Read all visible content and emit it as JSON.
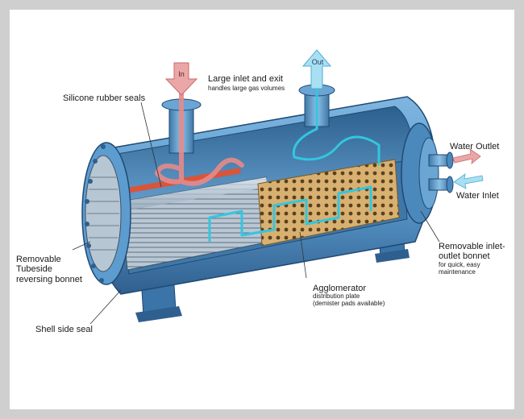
{
  "arrows": {
    "in": "In",
    "out": "Out"
  },
  "labels": {
    "large_inlet": {
      "main": "Large inlet and exit",
      "sub": "handles large gas volumes"
    },
    "silicone_seals": "Silicone rubber seals",
    "water_outlet": "Water Outlet",
    "water_inlet": "Water Inlet",
    "removable_tubeside": [
      "Removable",
      "Tubeside",
      "reversing bonnet"
    ],
    "removable_inlet_outlet": {
      "main": [
        "Removable inlet-",
        "outlet bonnet"
      ],
      "sub": [
        "for quick, easy",
        "maintenance"
      ]
    },
    "agglomerator": {
      "main": "Agglomerator",
      "sub": [
        "distribution plate",
        "(demister pads available)"
      ]
    },
    "shell_side_seal": "Shell side seal"
  },
  "colors": {
    "shell": "#5d9ccf",
    "shell_dark": "#2f5f8e",
    "hot_flow": "#e88a8a",
    "cold_flow": "#7ec8e8",
    "flow_path": "#33c6e0",
    "packing": "#c8a060"
  }
}
